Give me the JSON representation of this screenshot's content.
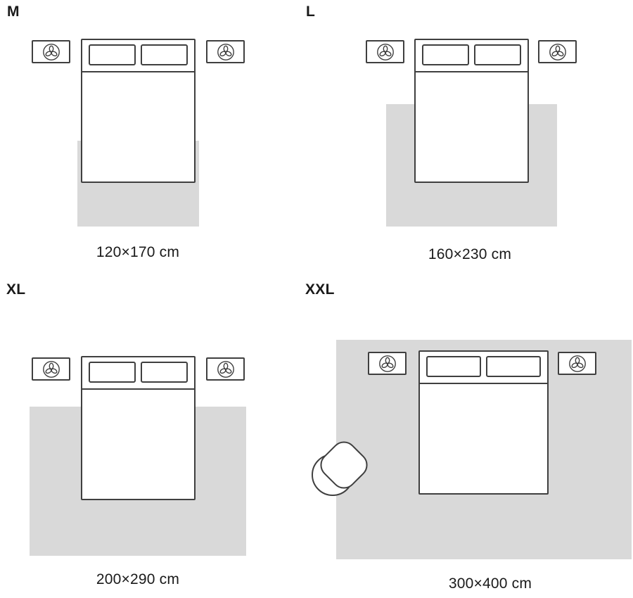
{
  "colors": {
    "background": "#ffffff",
    "rug": "#d9d9d9",
    "outline": "#3f3f3f",
    "text": "#1a1a1a"
  },
  "panels": [
    {
      "label": "M",
      "caption": "120×170 cm"
    },
    {
      "label": "L",
      "caption": "160×230 cm"
    },
    {
      "label": "XL",
      "caption": "200×290 cm"
    },
    {
      "label": "XXL",
      "caption": "300×400 cm"
    }
  ],
  "icons": {
    "nightstand": "plant-icon",
    "chair": "armchair-icon"
  }
}
